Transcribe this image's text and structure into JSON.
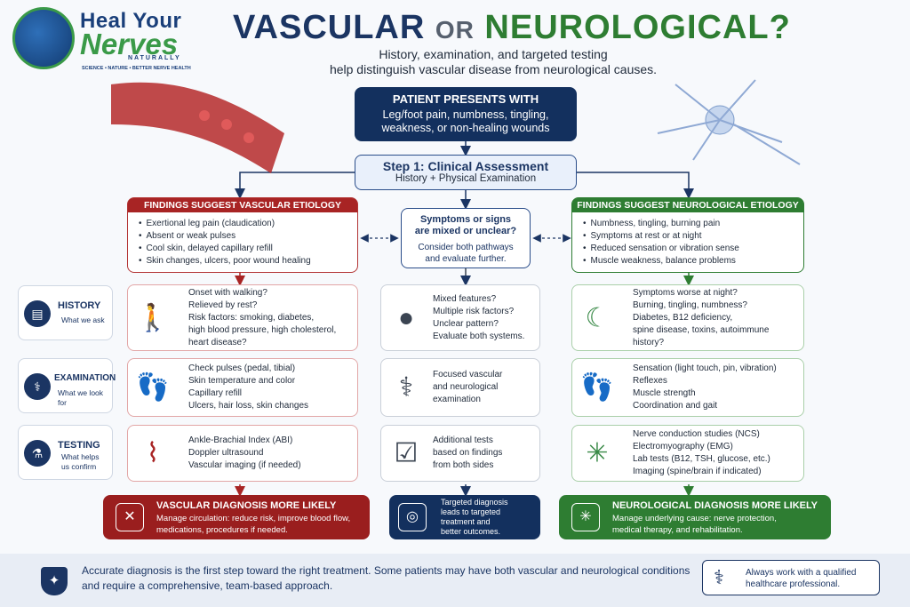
{
  "logo": {
    "line1": "Heal Your",
    "line2": "Nerves",
    "line3": "NATURALLY",
    "tagline": "SCIENCE • NATURE • BETTER NERVE HEALTH"
  },
  "title": {
    "part1": "VASCULAR",
    "part2": "OR",
    "part3": "NEUROLOGICAL?"
  },
  "subtitle": [
    "History, examination, and targeted testing",
    "help distinguish vascular disease from neurological causes."
  ],
  "presents": {
    "heading": "PATIENT PRESENTS WITH",
    "body": [
      "Leg/foot pain, numbness, tingling,",
      "weakness, or non-healing wounds"
    ]
  },
  "step1": {
    "heading": "Step 1: Clinical Assessment",
    "body": "History + Physical Examination"
  },
  "vascular_findings": {
    "heading": "FINDINGS SUGGEST VASCULAR ETIOLOGY",
    "items": [
      "Exertional leg pain (claudication)",
      "Absent or weak pulses",
      "Cool skin, delayed capillary refill",
      "Skin changes, ulcers, poor wound healing"
    ]
  },
  "mixed": {
    "heading": [
      "Symptoms or signs",
      "are mixed or unclear?"
    ],
    "body": [
      "Consider both pathways",
      "and evaluate further."
    ]
  },
  "neuro_findings": {
    "heading": "FINDINGS SUGGEST NEUROLOGICAL ETIOLOGY",
    "items": [
      "Numbness, tingling, burning pain",
      "Symptoms at rest or at night",
      "Reduced sensation or vibration sense",
      "Muscle weakness, balance problems"
    ]
  },
  "rows": [
    {
      "label": "HISTORY",
      "sub": [
        "What we ask"
      ],
      "icon": "clipboard-icon",
      "vascular": [
        "Onset with walking?",
        "Relieved by rest?",
        "Risk factors: smoking, diabetes,",
        "high blood pressure, high cholesterol,",
        "heart disease?"
      ],
      "mixed": [
        "Mixed features?",
        "Multiple risk factors?",
        "Unclear pattern?",
        "Evaluate both systems."
      ],
      "neuro": [
        "Symptoms worse at night?",
        "Burning, tingling, numbness?",
        "Diabetes, B12 deficiency,",
        "spine disease, toxins, autoimmune",
        "history?"
      ]
    },
    {
      "label": "EXAMINATION",
      "sub": [
        "What we look for"
      ],
      "icon": "stethoscope-icon",
      "vascular": [
        "Check pulses (pedal, tibial)",
        "Skin temperature and color",
        "Capillary refill",
        "Ulcers, hair loss, skin changes"
      ],
      "mixed": [
        "Focused vascular",
        "and neurological",
        "examination"
      ],
      "neuro": [
        "Sensation (light touch, pin, vibration)",
        "Reflexes",
        "Muscle strength",
        "Coordination and gait"
      ]
    },
    {
      "label": "TESTING",
      "sub": [
        "What helps",
        "us confirm"
      ],
      "icon": "flask-icon",
      "vascular": [
        "Ankle-Brachial Index (ABI)",
        "Doppler ultrasound",
        "Vascular imaging (if needed)"
      ],
      "mixed": [
        "Additional tests",
        "based on findings",
        "from both sides"
      ],
      "neuro": [
        "Nerve conduction studies (NCS)",
        "Electromyography (EMG)",
        "Lab tests (B12, TSH, glucose, etc.)",
        "Imaging (spine/brain if indicated)"
      ]
    }
  ],
  "diagnosis": {
    "vascular": {
      "heading": "VASCULAR DIAGNOSIS MORE LIKELY",
      "body": [
        "Manage circulation: reduce risk, improve blood flow,",
        "medications, procedures if needed."
      ]
    },
    "mixed": {
      "body": [
        "Targeted diagnosis",
        "leads to targeted",
        "treatment and",
        "better outcomes."
      ]
    },
    "neuro": {
      "heading": "NEUROLOGICAL DIAGNOSIS MORE LIKELY",
      "body": [
        "Manage underlying cause: nerve protection,",
        "medical therapy, and rehabilitation."
      ]
    }
  },
  "footer": {
    "text": [
      "Accurate diagnosis is the first step toward the right treatment. Some patients may have both vascular and neurological conditions",
      "and require a comprehensive, team-based approach."
    ],
    "note": [
      "Always work with a qualified",
      "healthcare professional."
    ]
  },
  "colors": {
    "navy": "#1b3563",
    "red": "#a82424",
    "green": "#2e7d32"
  }
}
